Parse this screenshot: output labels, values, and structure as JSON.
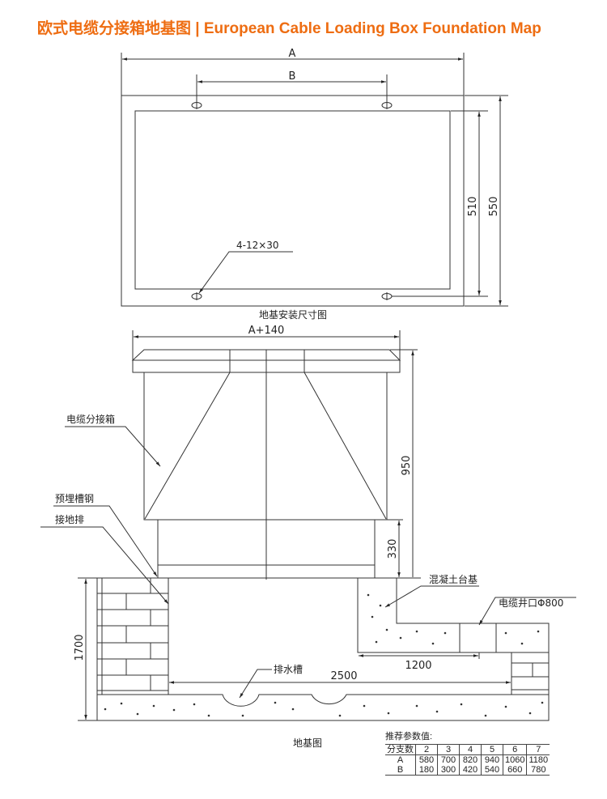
{
  "title": "欧式电缆分接箱地基图 | European Cable Loading Box Foundation Map",
  "accent_color": "#ee6d12",
  "plan_view": {
    "dim_a": "A",
    "dim_b": "B",
    "dim_510": "510",
    "dim_550": "550",
    "holes_label": "4-12×30",
    "caption": "地基安装尺寸图"
  },
  "elevation": {
    "dim_width": "A+140",
    "dim_950": "950",
    "dim_330": "330",
    "label_box": "电缆分接箱",
    "label_channel_steel": "预埋槽钢",
    "label_ground_bar": "接地排",
    "label_concrete_base": "混凝土台基",
    "label_cable_well": "电缆井口Φ800",
    "dim_1700": "1700",
    "dim_1200": "1200",
    "dim_2500": "2500",
    "label_drain": "排水槽",
    "caption": "地基图"
  },
  "params_table": {
    "title": "推荐参数值:",
    "header": [
      "分支数",
      "2",
      "3",
      "4",
      "5",
      "6",
      "7"
    ],
    "rows": [
      [
        "A",
        "580",
        "700",
        "820",
        "940",
        "1060",
        "1180"
      ],
      [
        "B",
        "180",
        "300",
        "420",
        "540",
        "660",
        "780"
      ]
    ]
  }
}
